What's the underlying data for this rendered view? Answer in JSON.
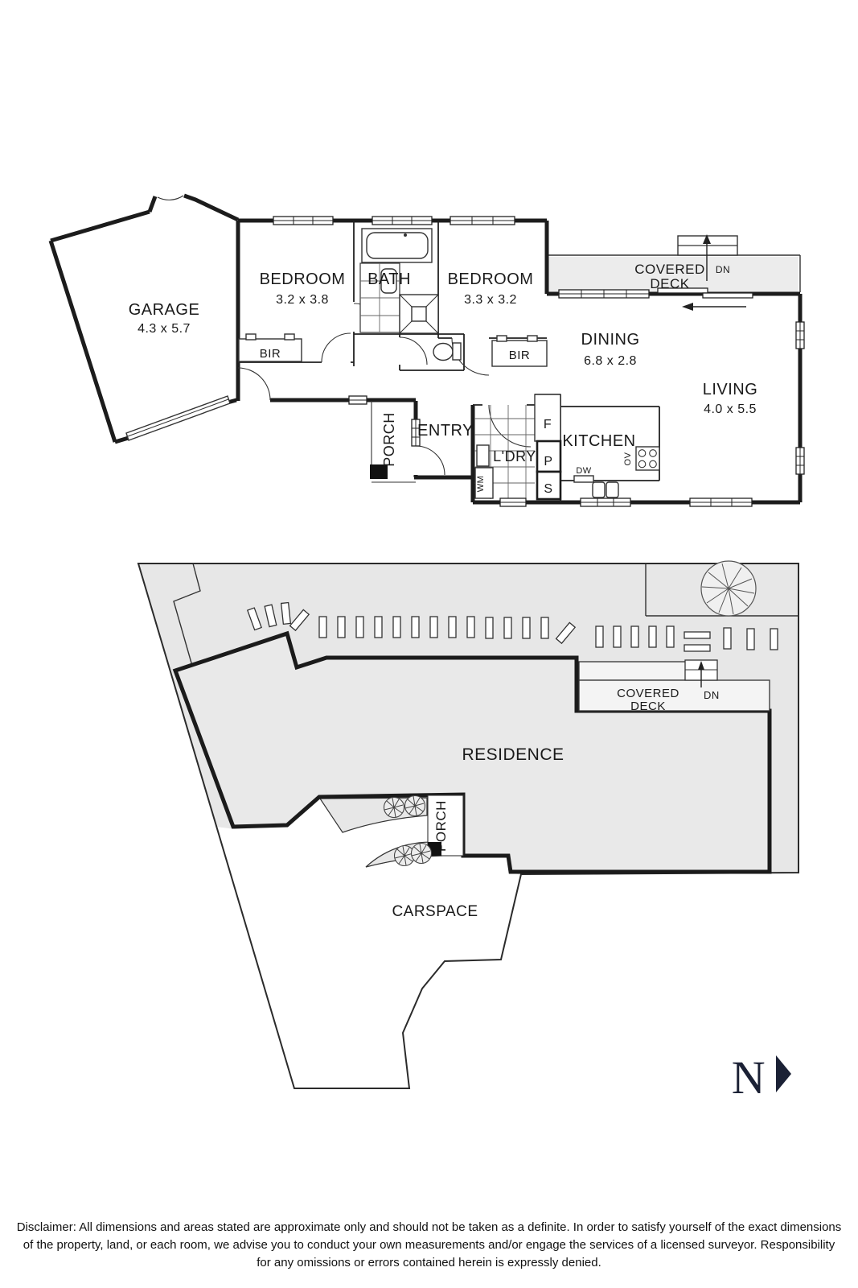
{
  "floor_plan": {
    "garage": {
      "name": "GARAGE",
      "dims": "4.3 x 5.7"
    },
    "bedroom_1": {
      "name": "BEDROOM",
      "dims": "3.2 x 3.8"
    },
    "bath": {
      "name": "BATH"
    },
    "bedroom_2": {
      "name": "BEDROOM",
      "dims": "3.3 x 3.2"
    },
    "covered_deck": {
      "line1": "COVERED",
      "line2": "DECK",
      "down_label": "DN"
    },
    "dining": {
      "name": "DINING",
      "dims": "6.8 x 2.8"
    },
    "living": {
      "name": "LIVING",
      "dims": "4.0 x 5.5"
    },
    "kitchen": {
      "name": "KITCHEN"
    },
    "laundry": {
      "name": "L'DRY"
    },
    "entry": {
      "name": "ENTRY"
    },
    "porch": {
      "name": "PORCH"
    },
    "wardrobe_1": "BIR",
    "wardrobe_2": "BIR",
    "appliances": {
      "fridge": "F",
      "pantry": "P",
      "store": "S",
      "washing_machine": "WM",
      "dishwasher": "DW",
      "oven": "OV"
    }
  },
  "site_plan": {
    "residence": "RESIDENCE",
    "covered_deck": {
      "line1": "COVERED",
      "line2": "DECK",
      "down_label": "DN"
    },
    "porch": "PORCH",
    "carspace": "CARSPACE"
  },
  "north_indicator": {
    "label": "N"
  },
  "colors": {
    "wall": "#1c1c1c",
    "lot_fill": "#e7e7e7",
    "deck_fill": "#ececec",
    "north": "#1b2135"
  },
  "disclaimer": {
    "line1": "Disclaimer: All dimensions and areas stated are approximate only and should not be taken as a definite. In order to satisfy yourself of the exact dimensions",
    "line2": "of the property, land, or each room, we advise you to conduct your own measurements and/or engage the services of a licensed surveyor. Responsibility",
    "line3": "for any omissions or errors contained herein is expressly denied."
  }
}
